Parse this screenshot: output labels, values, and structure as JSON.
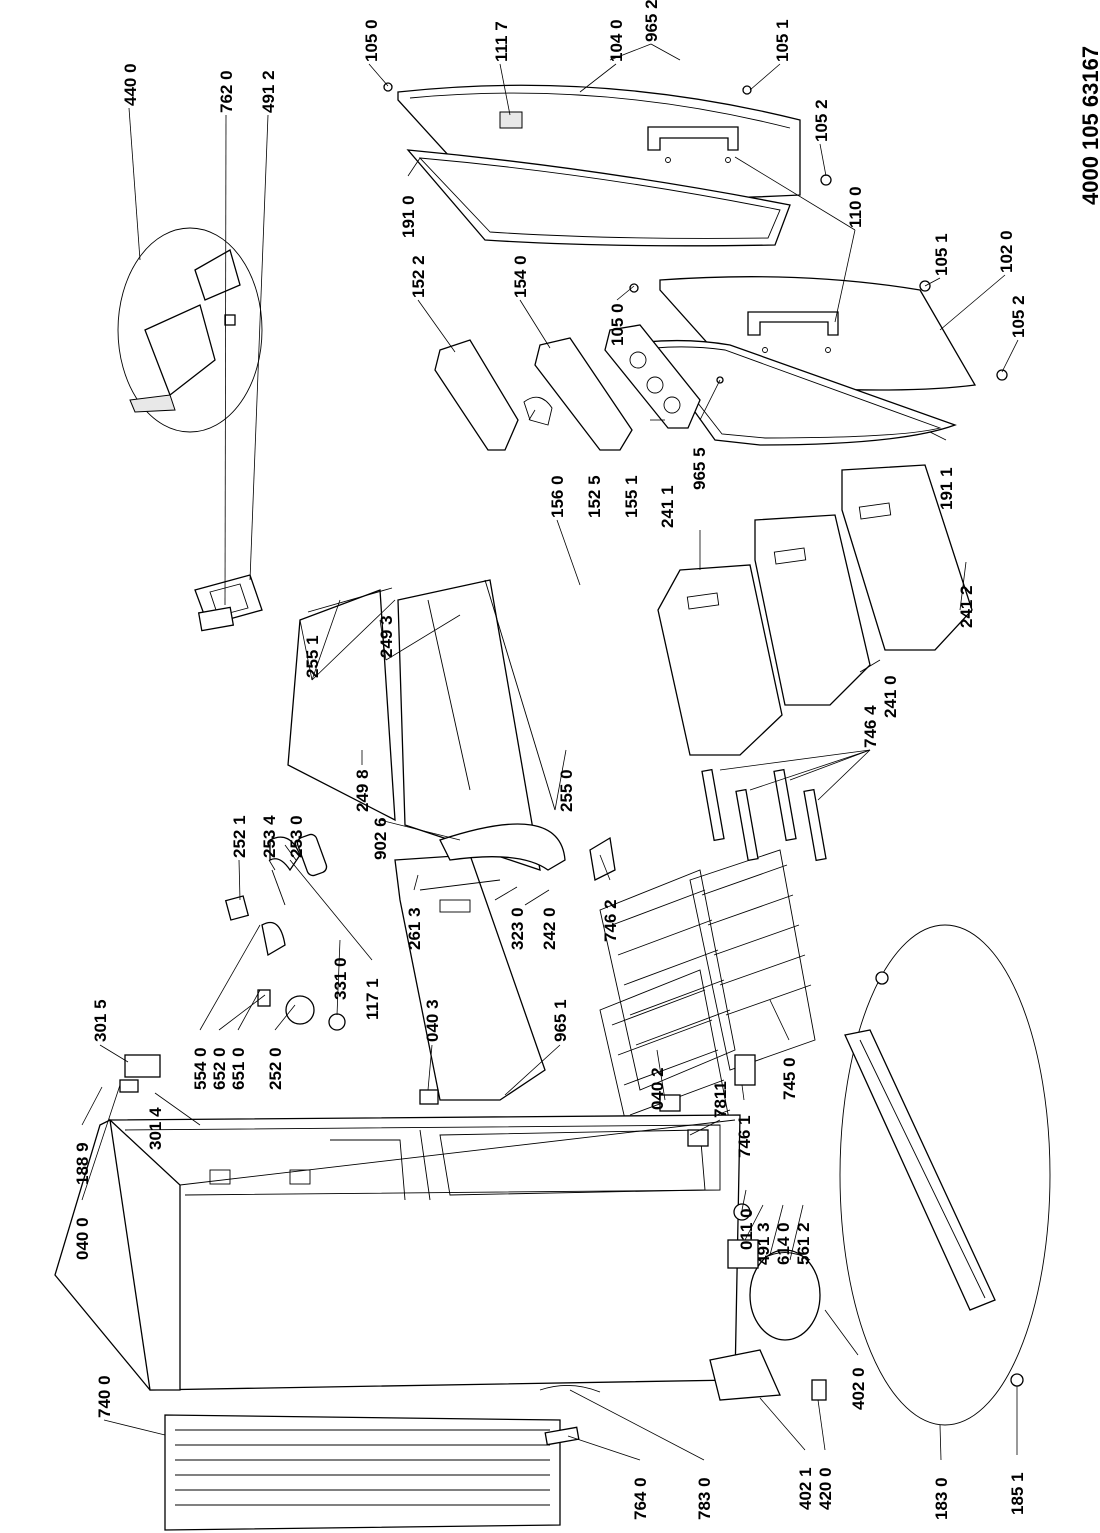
{
  "document_code": "4000 105 63167",
  "labels": [
    {
      "id": "p105-0-top",
      "text": "105 0"
    },
    {
      "id": "p111-7",
      "text": "111 7"
    },
    {
      "id": "p104-0",
      "text": "104 0"
    },
    {
      "id": "p965-2",
      "text": "965 2"
    },
    {
      "id": "p105-1-top",
      "text": "105 1"
    },
    {
      "id": "p105-2-top",
      "text": "105 2"
    },
    {
      "id": "p110-0",
      "text": "110 0"
    },
    {
      "id": "p191-0",
      "text": "191 0"
    },
    {
      "id": "p105-1-mid",
      "text": "105 1"
    },
    {
      "id": "p102-0",
      "text": "102 0"
    },
    {
      "id": "p105-2-mid",
      "text": "105 2"
    },
    {
      "id": "p152-2",
      "text": "152 2"
    },
    {
      "id": "p154-0",
      "text": "154 0"
    },
    {
      "id": "p105-0-mid",
      "text": "105 0"
    },
    {
      "id": "p965-5",
      "text": "965 5"
    },
    {
      "id": "p191-1",
      "text": "191 1"
    },
    {
      "id": "p156-0",
      "text": "156 0"
    },
    {
      "id": "p152-5",
      "text": "152 5"
    },
    {
      "id": "p155-1",
      "text": "155 1"
    },
    {
      "id": "p241-1",
      "text": "241 1"
    },
    {
      "id": "p241-2",
      "text": "241 2"
    },
    {
      "id": "p241-0",
      "text": "241 0"
    },
    {
      "id": "p440-0",
      "text": "440 0"
    },
    {
      "id": "p762-0",
      "text": "762 0"
    },
    {
      "id": "p491-2",
      "text": "491 2"
    },
    {
      "id": "p255-1",
      "text": "255 1"
    },
    {
      "id": "p249-3",
      "text": "249 3"
    },
    {
      "id": "p249-8",
      "text": "249 8"
    },
    {
      "id": "p255-0",
      "text": "255 0"
    },
    {
      "id": "p746-4",
      "text": "746 4"
    },
    {
      "id": "p252-1",
      "text": "252 1"
    },
    {
      "id": "p253-4",
      "text": "253 4"
    },
    {
      "id": "p253-0",
      "text": "253 0"
    },
    {
      "id": "p902-6",
      "text": "902 6"
    },
    {
      "id": "p261-3",
      "text": "261 3"
    },
    {
      "id": "p323-0",
      "text": "323 0"
    },
    {
      "id": "p242-0",
      "text": "242 0"
    },
    {
      "id": "p746-2",
      "text": "746 2"
    },
    {
      "id": "p331-0",
      "text": "331 0"
    },
    {
      "id": "p117-1",
      "text": "117 1"
    },
    {
      "id": "p554-0",
      "text": "554 0"
    },
    {
      "id": "p652-0",
      "text": "652 0"
    },
    {
      "id": "p651-0",
      "text": "651 0"
    },
    {
      "id": "p252-0",
      "text": "252 0"
    },
    {
      "id": "p745-0",
      "text": "745 0"
    },
    {
      "id": "p301-5",
      "text": "301 5"
    },
    {
      "id": "p040-3",
      "text": "040 3"
    },
    {
      "id": "p965-1",
      "text": "965 1"
    },
    {
      "id": "p040-2",
      "text": "040 2"
    },
    {
      "id": "p781-1",
      "text": "7811"
    },
    {
      "id": "p746-1",
      "text": "746 1"
    },
    {
      "id": "p188-9",
      "text": "188 9"
    },
    {
      "id": "p040-0",
      "text": "040 0"
    },
    {
      "id": "p301-4",
      "text": "301 4"
    },
    {
      "id": "p011-0",
      "text": "011 0"
    },
    {
      "id": "p491-3",
      "text": "491 3"
    },
    {
      "id": "p614-0",
      "text": "614 0"
    },
    {
      "id": "p561-2",
      "text": "561 2"
    },
    {
      "id": "p740-0",
      "text": "740 0"
    },
    {
      "id": "p402-0",
      "text": "402 0"
    },
    {
      "id": "p402-1",
      "text": "402 1"
    },
    {
      "id": "p420-0",
      "text": "420 0"
    },
    {
      "id": "p764-0",
      "text": "764 0"
    },
    {
      "id": "p783-0",
      "text": "783 0"
    },
    {
      "id": "p183-0",
      "text": "183 0"
    },
    {
      "id": "p185-1",
      "text": "185 1"
    }
  ]
}
